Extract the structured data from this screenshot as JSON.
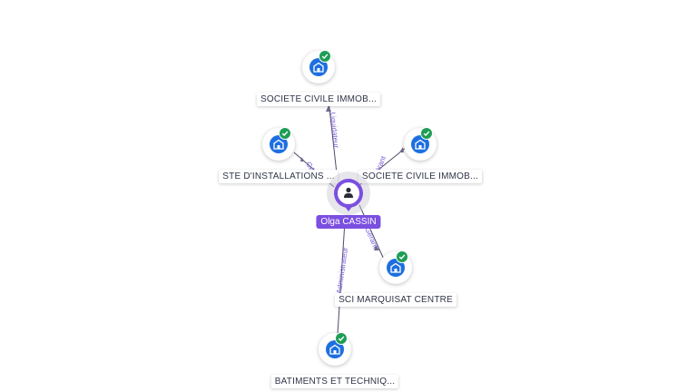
{
  "center": {
    "name": "Olga CASSIN"
  },
  "companies": [
    {
      "id": "c1",
      "name": "SOCIETE CIVILE IMMOB...",
      "verified": true,
      "relation": "Liquidateur"
    },
    {
      "id": "c2",
      "name": "STE D'INSTALLATIONS ...",
      "verified": true,
      "relation": "Gérant"
    },
    {
      "id": "c3",
      "name": "SOCIETE CIVILE IMMOB...",
      "verified": true,
      "relation": "Gérant"
    },
    {
      "id": "c4",
      "name": "SCI MARQUISAT CENTRE",
      "verified": true,
      "relation": "Gérant"
    },
    {
      "id": "c5",
      "name": "BATIMENTS ET TECHNIQ...",
      "verified": true,
      "relation": "Administrateur"
    }
  ],
  "colors": {
    "person": "#7b4fe0",
    "company": "#1d6fe0",
    "verified": "#1f9d55",
    "edge_label": "#7b5cd6"
  },
  "icons": {
    "person": "user-icon",
    "company": "building-icon",
    "verified": "check-icon"
  }
}
